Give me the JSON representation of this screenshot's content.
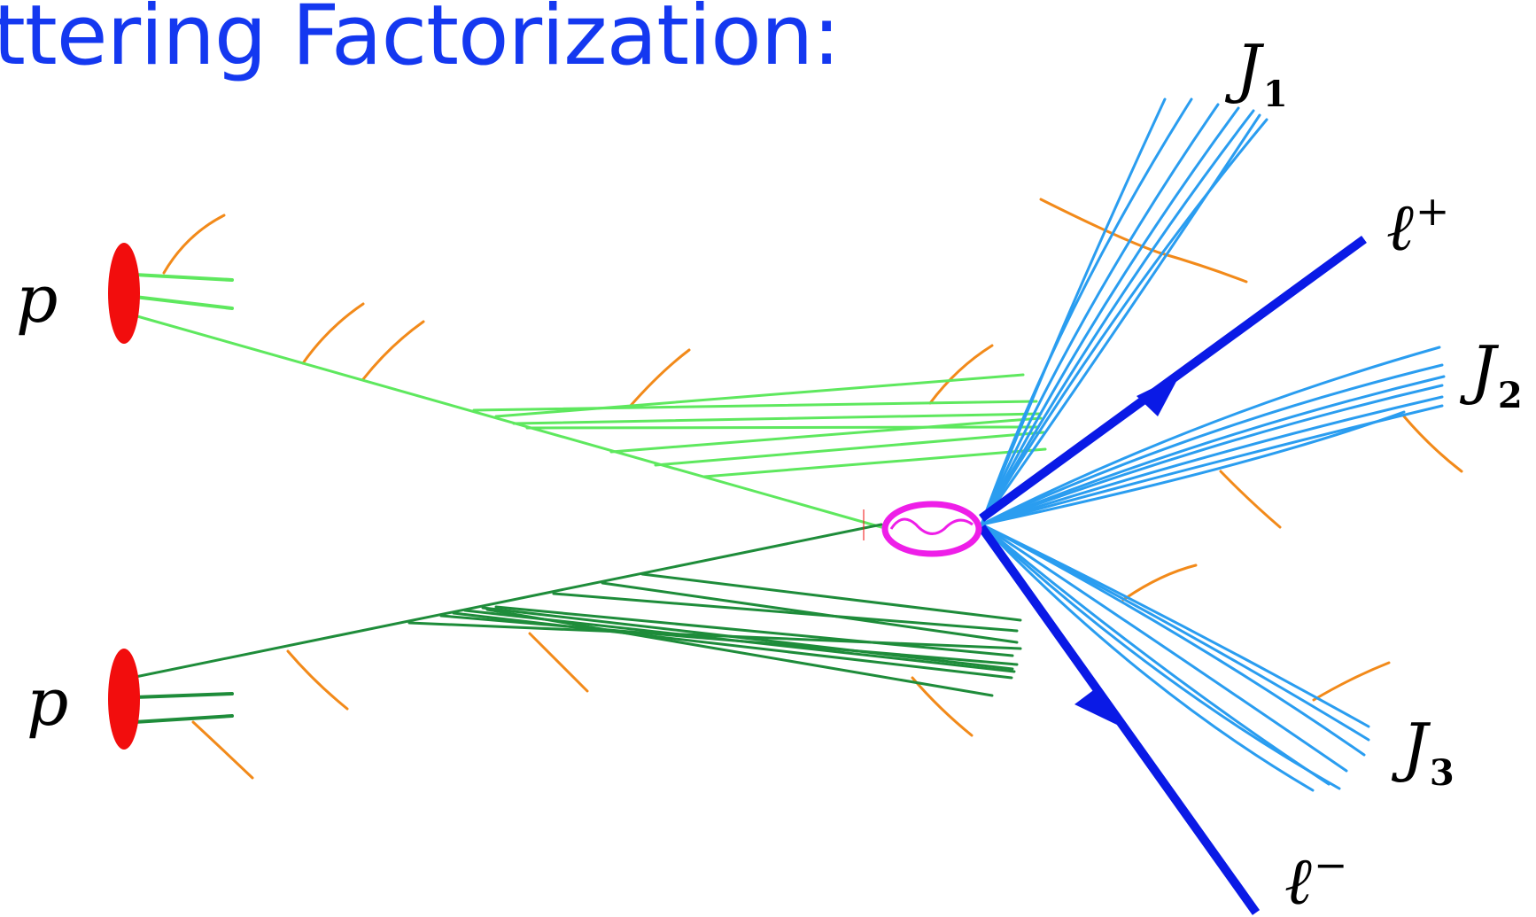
{
  "title": "ttering Factorization:",
  "labels": {
    "proton_top": "p",
    "proton_bottom": "p",
    "jet1": {
      "base": "J",
      "sub": "1"
    },
    "jet2": {
      "base": "J",
      "sub": "2"
    },
    "jet3": {
      "base": "J",
      "sub": "3"
    },
    "lepton_plus": {
      "base": "ℓ",
      "sup": "+"
    },
    "lepton_minus": {
      "base": "ℓ",
      "sup": "−"
    }
  },
  "colors": {
    "title": "#1438f0",
    "proton": "#f20d0d",
    "parton_top": "#5ee85e",
    "parton_bottom": "#1e8c3a",
    "soft_radiation": "#f28a1a",
    "jets": "#2a9df0",
    "leptons": "#0a1ae6",
    "hard_vertex": "#ee1ee8"
  }
}
